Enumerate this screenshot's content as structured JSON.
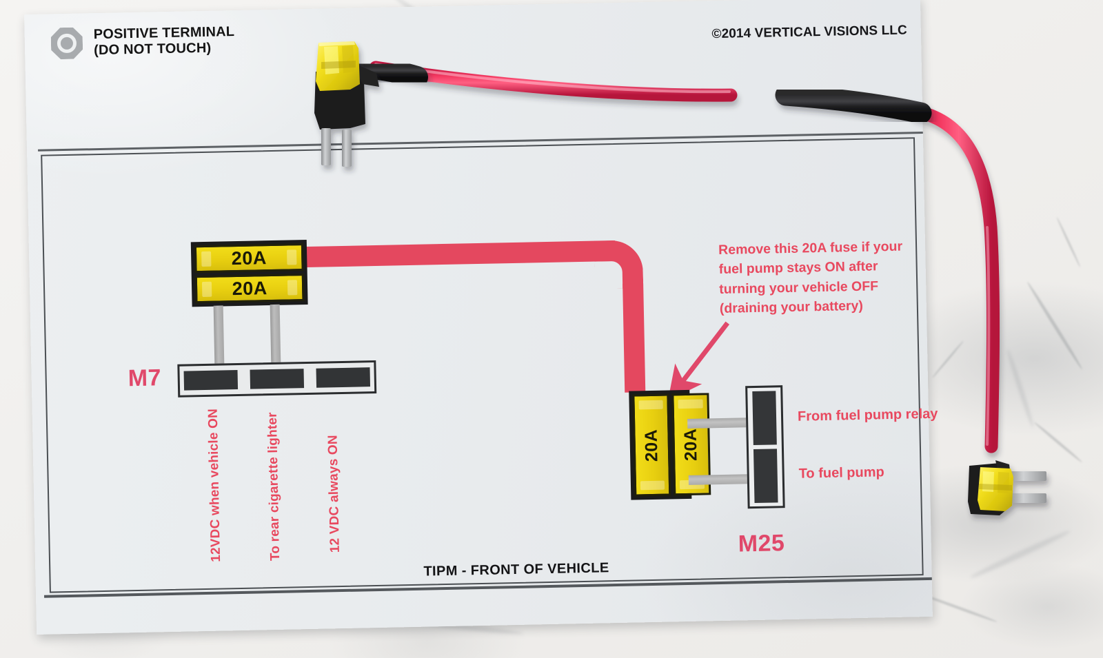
{
  "document": {
    "header": {
      "positive_terminal_label": "POSITIVE TERMINAL\n(DO NOT TOUCH)",
      "positive_terminal_icon": "octagon-terminal-icon",
      "copyright": "©2014 VERTICAL VISIONS LLC"
    },
    "bottom_caption": "TIPM - FRONT OF VEHICLE",
    "warning": {
      "text": "Remove this 20A fuse if your\nfuel pump stays ON after\nturning your vehicle OFF\n(draining your battery)",
      "arrow_icon": "arrow-down-left-icon"
    },
    "fuse_groups": [
      {
        "id": "m7",
        "label": "M7",
        "fuses": [
          {
            "rating": "20A"
          },
          {
            "rating": "20A"
          }
        ],
        "slot_count": 3,
        "slot_labels": [
          "12VDC when vehicle ON",
          "To rear cigarette lighter",
          "12 VDC always ON"
        ]
      },
      {
        "id": "m25",
        "label": "M25",
        "fuses": [
          {
            "rating": "20A"
          },
          {
            "rating": "20A"
          }
        ],
        "slot_count": 2,
        "slot_labels": [
          "From fuel pump relay",
          "To fuel pump"
        ]
      }
    ],
    "colors": {
      "trace_red": "#e4485f",
      "annotation_pink": "#e8495f",
      "fuse_yellow": "#e8cf10",
      "text_black": "#151515"
    }
  },
  "photo": {
    "objects": [
      {
        "name": "fuse-tap-left",
        "description": "yellow mini fuse in black add-a-circuit tap with blade terminals"
      },
      {
        "name": "fuse-tap-right",
        "description": "yellow mini fuse in black add-a-circuit tap with blade terminals"
      },
      {
        "name": "red-wire",
        "description": "red insulated jumper wire"
      },
      {
        "name": "heat-shrink-sleeve",
        "description": "black heat shrink splice sleeve"
      }
    ]
  }
}
